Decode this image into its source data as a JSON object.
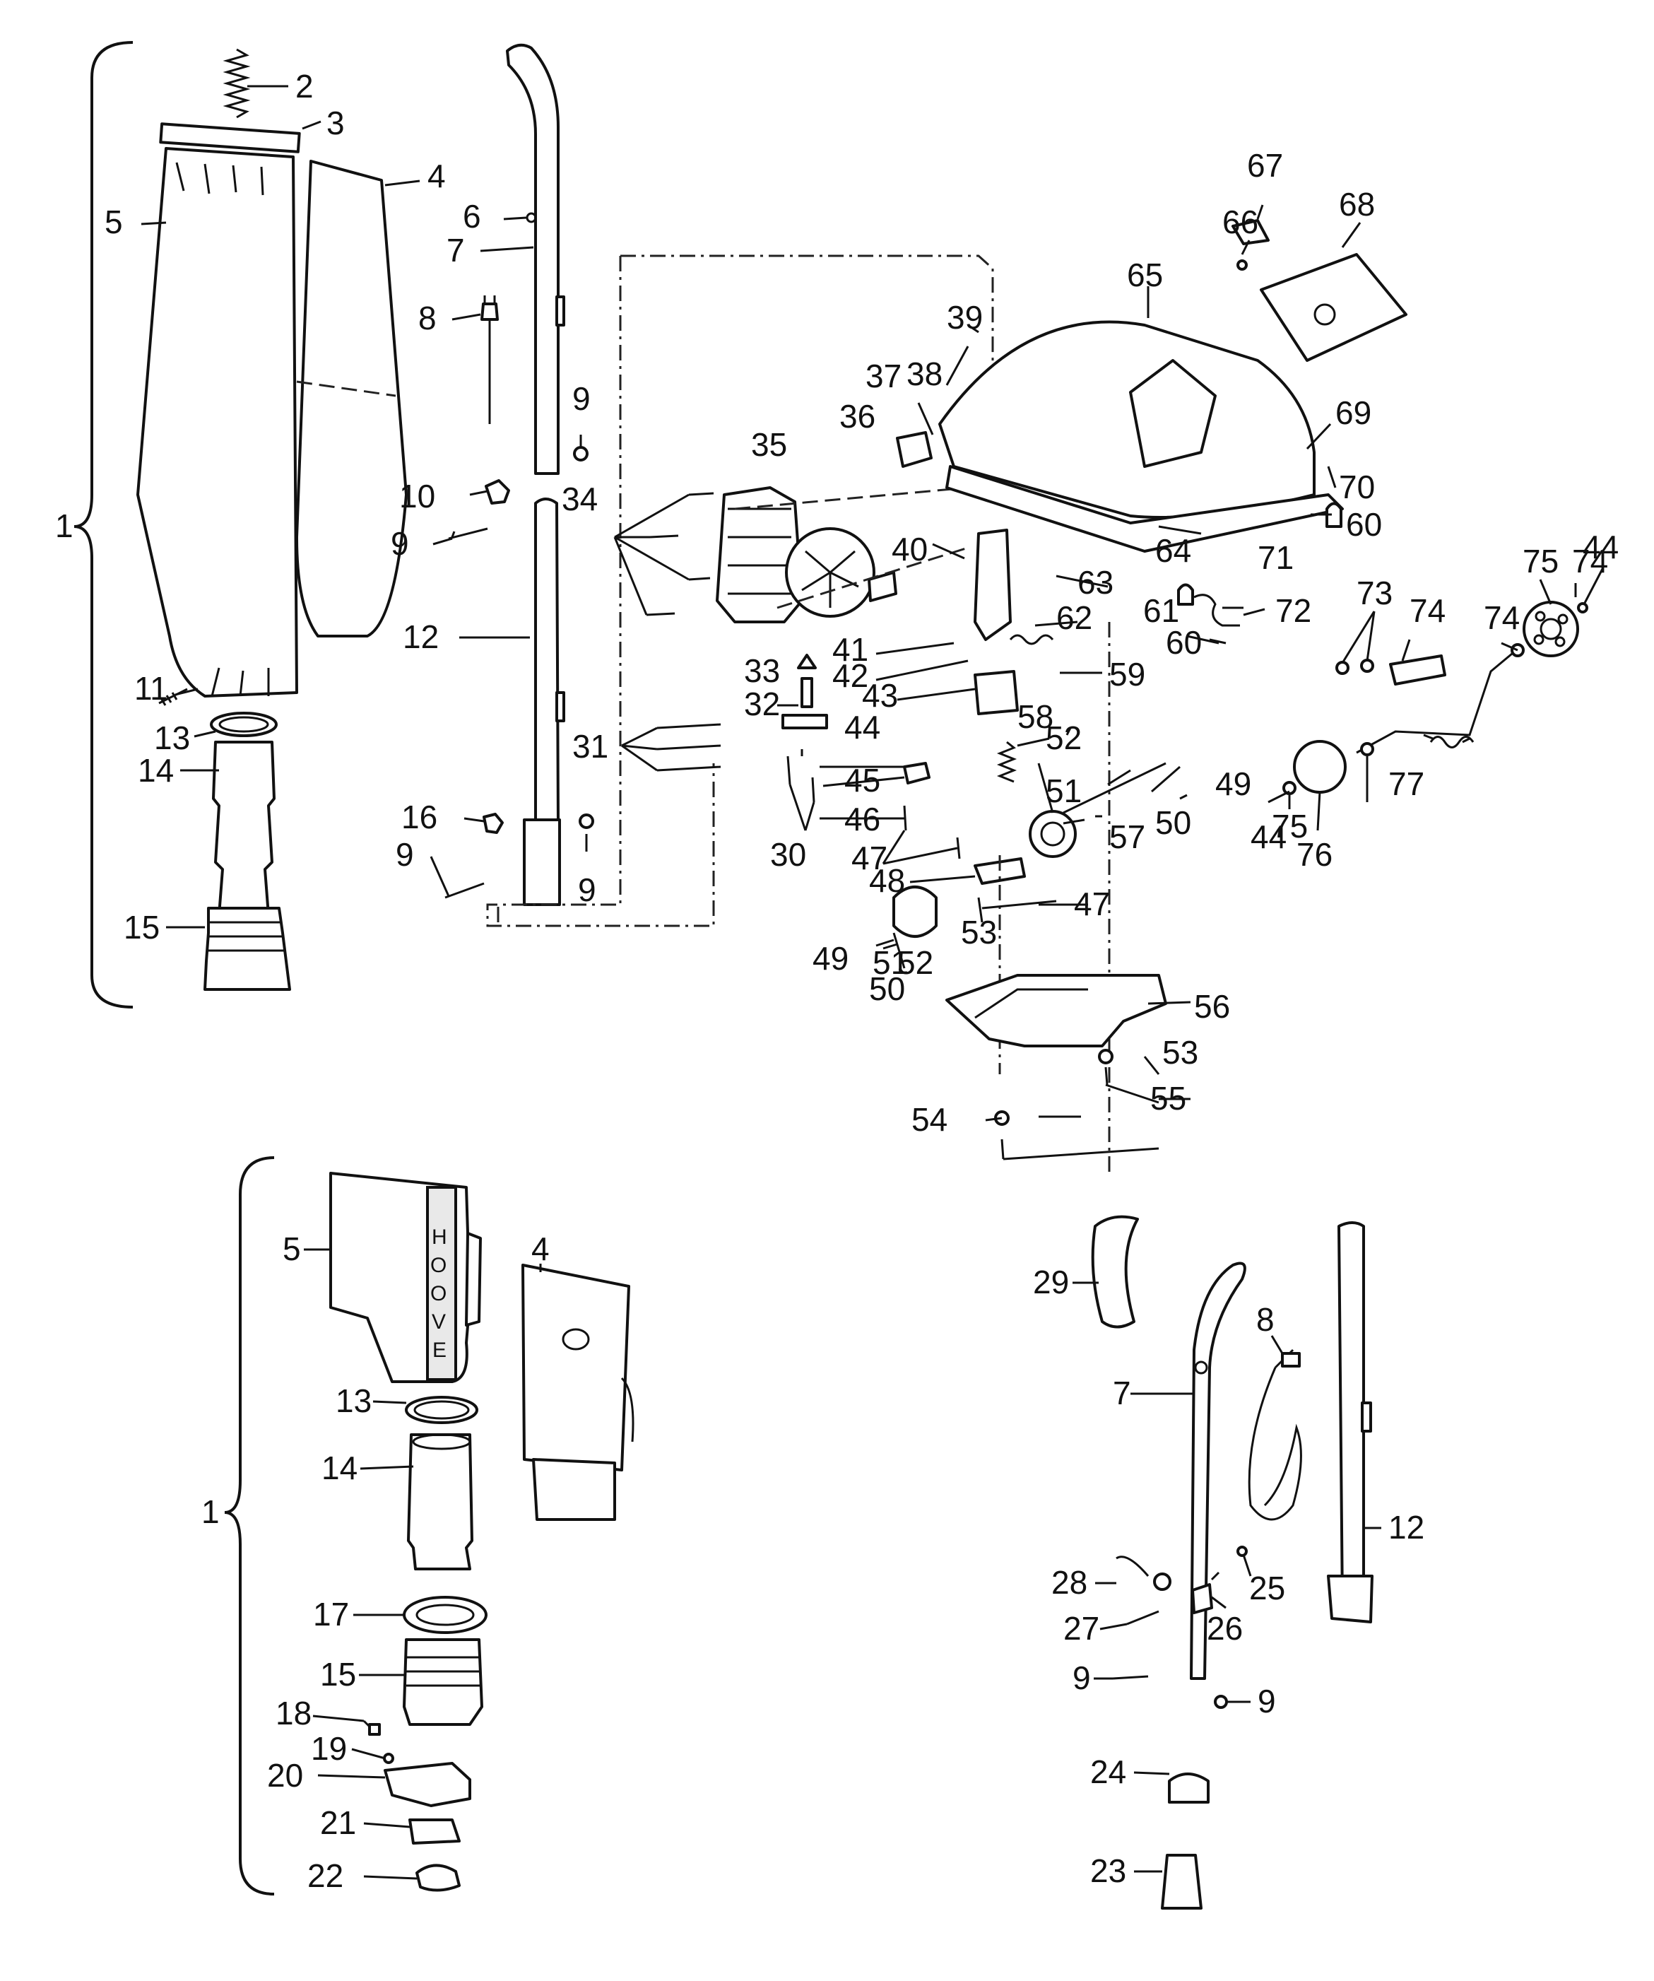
{
  "diagram": {
    "kind": "exploded parts diagram (upright vacuum cleaner)",
    "brand_text": [
      "H",
      "O",
      "O",
      "V",
      "E"
    ],
    "upper_assembly": {
      "callouts": [
        "1",
        "2",
        "3",
        "4",
        "5",
        "6",
        "7",
        "8",
        "9",
        "9",
        "9",
        "9",
        "10",
        "11",
        "12",
        "13",
        "14",
        "15",
        "16",
        "30",
        "31",
        "32",
        "33",
        "34",
        "35",
        "36",
        "37",
        "38",
        "39",
        "40",
        "41",
        "42",
        "43",
        "44",
        "44",
        "44",
        "45",
        "46",
        "47",
        "47",
        "48",
        "49",
        "49",
        "50",
        "50",
        "51",
        "51",
        "52",
        "52",
        "53",
        "53",
        "54",
        "55",
        "56",
        "57",
        "58",
        "59",
        "60",
        "60",
        "61",
        "62",
        "63",
        "64",
        "65",
        "66",
        "67",
        "68",
        "69",
        "70",
        "71",
        "72",
        "73",
        "74",
        "74",
        "74",
        "75",
        "75",
        "76",
        "77"
      ]
    },
    "lower_left_assembly": {
      "callouts": [
        "1",
        "4",
        "5",
        "13",
        "14",
        "15",
        "17",
        "18",
        "19",
        "20",
        "21",
        "22"
      ]
    },
    "lower_right_assembly": {
      "callouts": [
        "7",
        "8",
        "9",
        "9",
        "12",
        "23",
        "24",
        "25",
        "26",
        "27",
        "28",
        "29"
      ]
    }
  }
}
